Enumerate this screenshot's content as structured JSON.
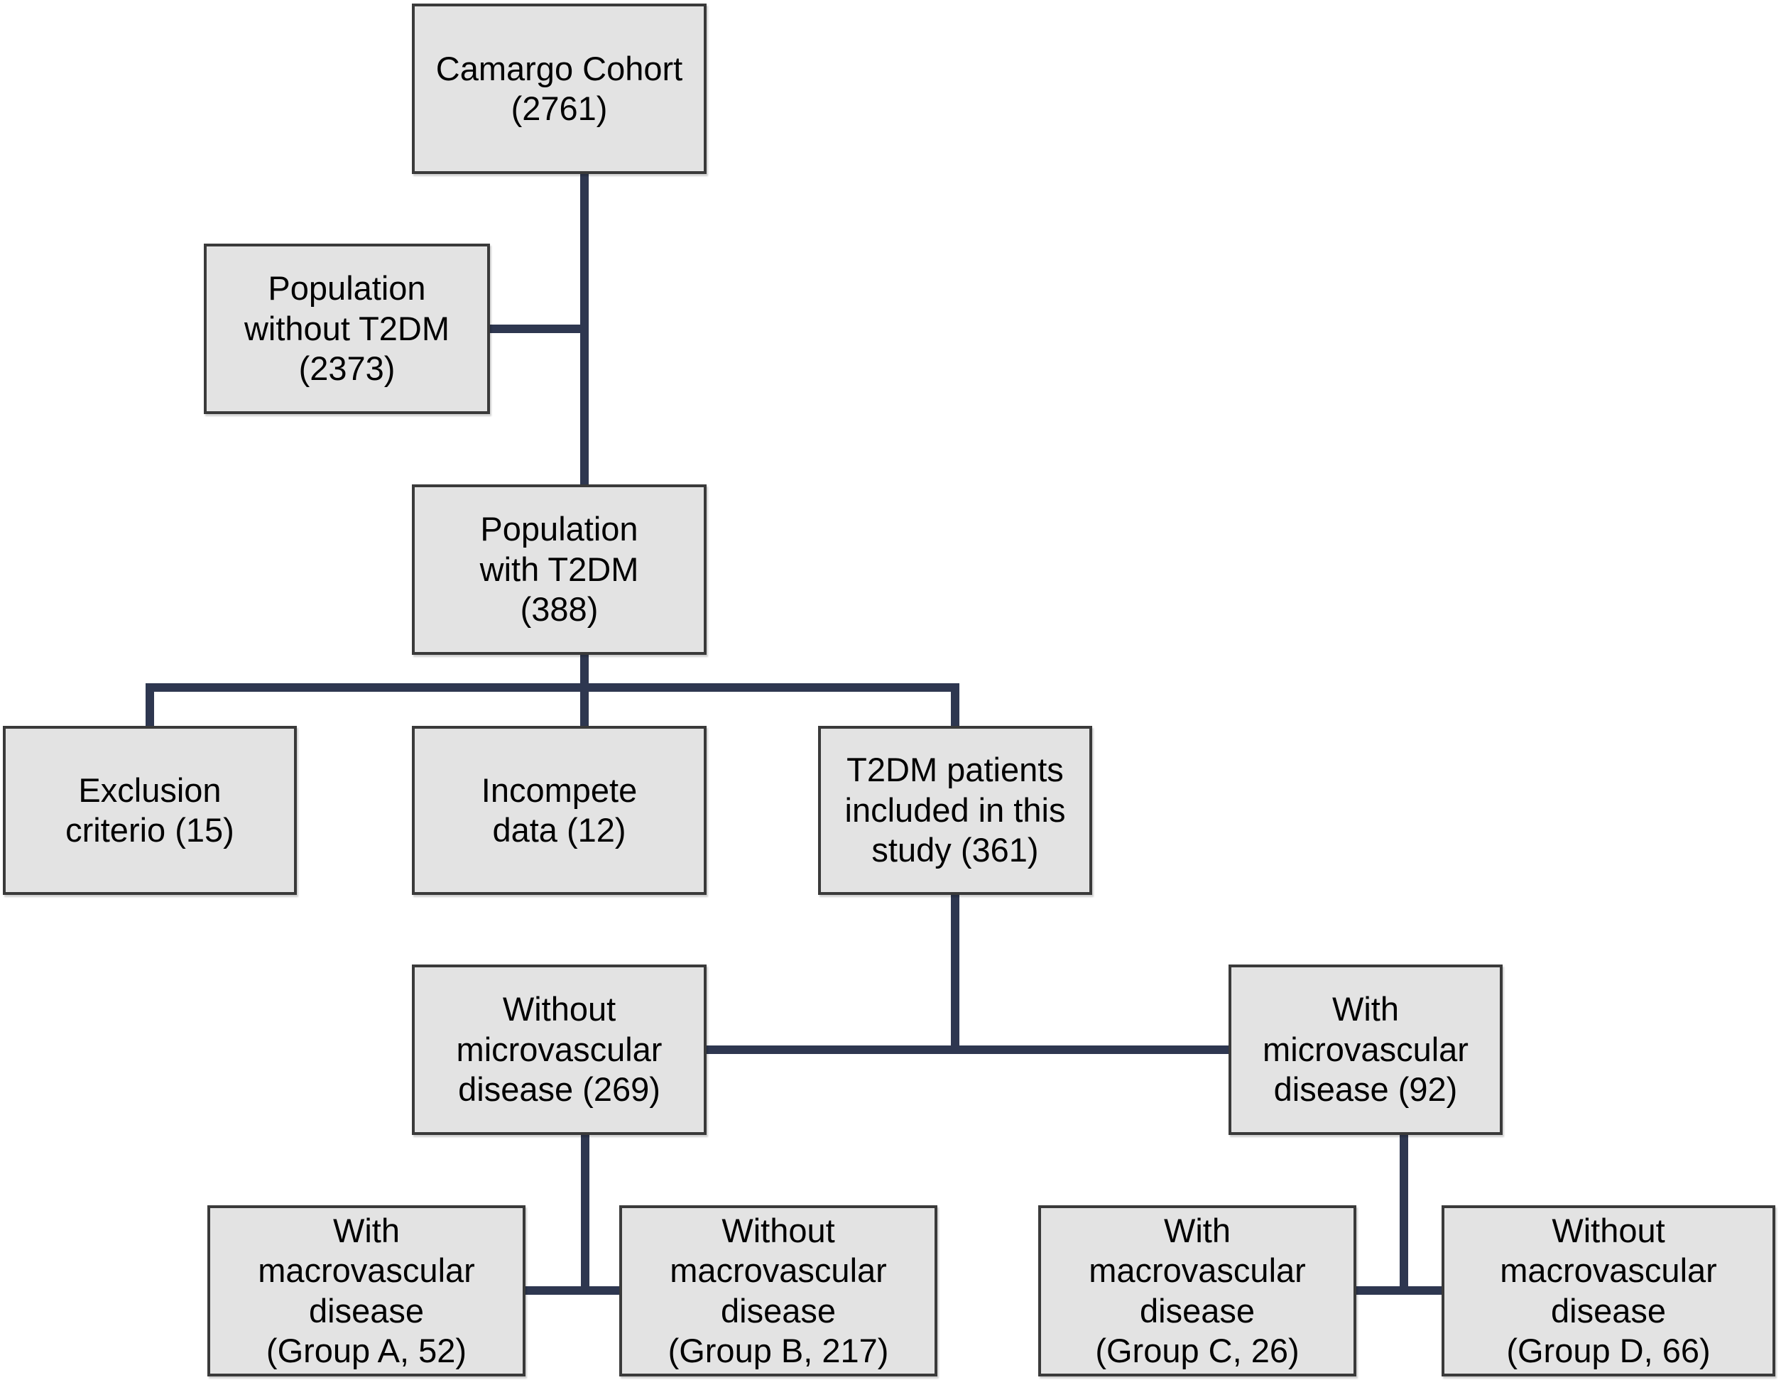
{
  "diagram": {
    "type": "flowchart",
    "description": "Study population flow diagram"
  },
  "colors": {
    "background": "#ffffff",
    "box_fill": "#e3e3e3",
    "box_border": "#3a3a3a",
    "connector": "#2e3750",
    "text": "#000000"
  },
  "nodes": {
    "camargo": {
      "label": "Camargo Cohort\n(2761)",
      "count": 2761
    },
    "pop_without_t2dm": {
      "label": "Population\nwithout T2DM\n(2373)",
      "count": 2373
    },
    "pop_with_t2dm": {
      "label": "Population\nwith T2DM\n(388)",
      "count": 388
    },
    "exclusion": {
      "label": "Exclusion\ncriterio (15)",
      "count": 15
    },
    "incomplete": {
      "label": "Incompete\ndata (12)",
      "count": 12
    },
    "included": {
      "label": "T2DM patients\nincluded in this\nstudy (361)",
      "count": 361
    },
    "without_micro": {
      "label": "Without\nmicrovascular\ndisease (269)",
      "count": 269
    },
    "with_micro": {
      "label": "With\nmicrovascular\ndisease (92)",
      "count": 92
    },
    "group_a": {
      "label": "With\nmacrovascular\ndisease\n(Group A, 52)",
      "group": "A",
      "count": 52
    },
    "group_b": {
      "label": "Without\nmacrovascular\ndisease\n(Group B, 217)",
      "group": "B",
      "count": 217
    },
    "group_c": {
      "label": "With\nmacrovascular\ndisease\n(Group C, 26)",
      "group": "C",
      "count": 26
    },
    "group_d": {
      "label": "Without\nmacrovascular\ndisease\n(Group D, 66)",
      "group": "D",
      "count": 66
    }
  },
  "edges": [
    {
      "from": "camargo",
      "to": "pop_without_t2dm"
    },
    {
      "from": "camargo",
      "to": "pop_with_t2dm"
    },
    {
      "from": "pop_with_t2dm",
      "to": "exclusion"
    },
    {
      "from": "pop_with_t2dm",
      "to": "incomplete"
    },
    {
      "from": "pop_with_t2dm",
      "to": "included"
    },
    {
      "from": "included",
      "to": "without_micro"
    },
    {
      "from": "included",
      "to": "with_micro"
    },
    {
      "from": "without_micro",
      "to": "group_a"
    },
    {
      "from": "without_micro",
      "to": "group_b"
    },
    {
      "from": "with_micro",
      "to": "group_c"
    },
    {
      "from": "with_micro",
      "to": "group_d"
    }
  ]
}
